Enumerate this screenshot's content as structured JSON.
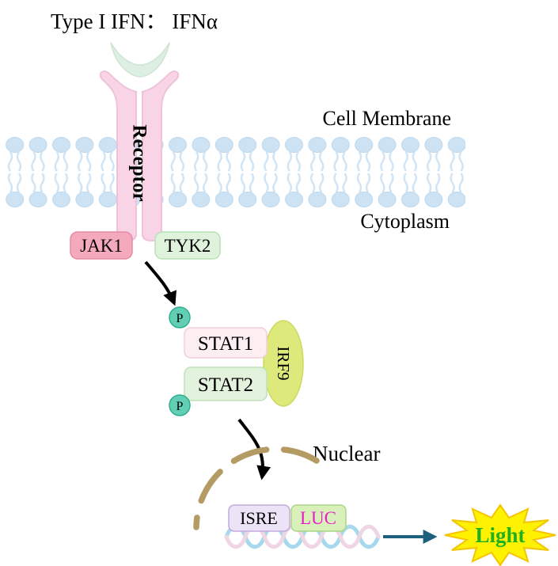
{
  "diagram": {
    "title": "Type I IFN：  IFNα",
    "membrane": {
      "cell_membrane_label": "Cell Membrane",
      "cytoplasm_label": "Cytoplasm"
    },
    "receptor_label": "Receptor",
    "kinases": {
      "jak1": "JAK1",
      "tyk2": "TYK2"
    },
    "phospho_label": "P",
    "complex": {
      "stat1": "STAT1",
      "stat2": "STAT2",
      "irf9": "IRF9"
    },
    "nucleus_label": "Nuclear",
    "reporter": {
      "isre": "ISRE",
      "luc": "LUC"
    },
    "output_label": "Light"
  },
  "colors": {
    "membrane_lipid": "#cde3f4",
    "membrane_tail": "#cfe4f5",
    "receptor_fill": "#f8d4e6",
    "ligand_fill": "#dcefe2",
    "jak1_fill": "#f4a9bd",
    "tyk2_fill": "#def2dc",
    "phospho_fill": "#62cfb4",
    "stat1_fill": "#fdeef2",
    "stat2_fill": "#e2f2dd",
    "irf9_fill": "#dde97a",
    "isre_fill": "#ece4f6",
    "luc_fill": "#daf0bb",
    "luc_text": "#e61dc8",
    "nuclear_membrane": "#b49a63",
    "dna_strand1": "#a6d9ee",
    "dna_strand2": "#f0d5e5",
    "arrow": "#000000",
    "reporter_arrow": "#1e5f7e",
    "light_fill": "#fef102",
    "light_text": "#1faf1f"
  }
}
